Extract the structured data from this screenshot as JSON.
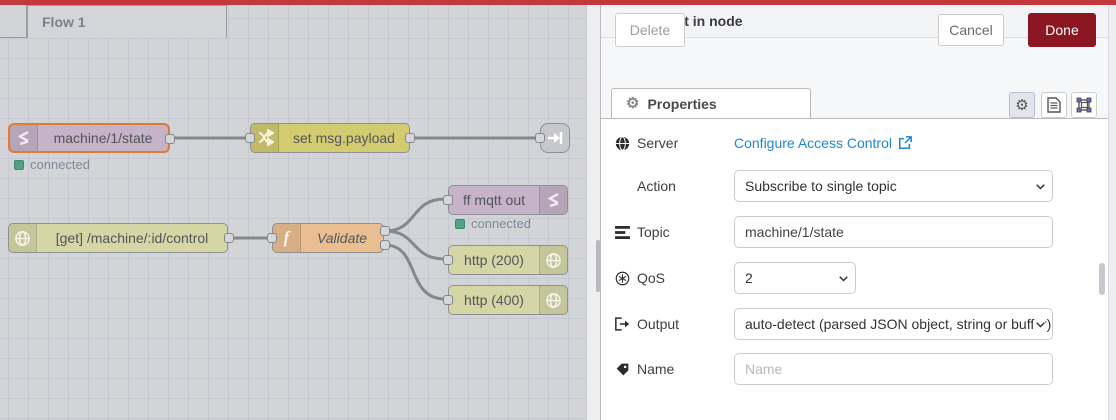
{
  "topbar": {
    "accent_color": "#c2383c"
  },
  "canvas": {
    "tab": {
      "label": "Flow 1"
    },
    "nodes": {
      "mqtt_in": {
        "label": "machine/1/state",
        "status": "connected",
        "type": "ff mqtt in",
        "color": "#c6b2c9"
      },
      "change": {
        "label": "set msg.payload",
        "type": "change",
        "color": "#d2cb70"
      },
      "link_out": {
        "label": "",
        "type": "link out",
        "color": "#c7c8cb"
      },
      "http_in": {
        "label": "[get] /machine/:id/control",
        "type": "http in",
        "color": "#d5d6a6"
      },
      "function": {
        "label": "Validate",
        "type": "function",
        "color": "#eabe90"
      },
      "mqtt_out": {
        "label": "ff mqtt out",
        "status": "connected",
        "type": "ff mqtt out",
        "color": "#c6b2c9"
      },
      "http_200": {
        "label": "http (200)",
        "type": "http response",
        "color": "#d5d6a6"
      },
      "http_400": {
        "label": "http (400)",
        "type": "http response",
        "color": "#d5d6a6"
      }
    },
    "status_dot_color": "#51a284",
    "selection_color": "#de7b31"
  },
  "panel": {
    "title": "Edit ff mqtt in node",
    "buttons": {
      "delete": "Delete",
      "cancel": "Cancel",
      "done": "Done"
    },
    "done_color": "#8c1722",
    "tab": {
      "label": "Properties"
    },
    "icons": {
      "gear": "⚙"
    },
    "fields": {
      "server": {
        "label": "Server",
        "link": "Configure Access Control"
      },
      "action": {
        "label": "Action",
        "value": "Subscribe to single topic"
      },
      "topic": {
        "label": "Topic",
        "value": "machine/1/state"
      },
      "qos": {
        "label": "QoS",
        "value": "2"
      },
      "output": {
        "label": "Output",
        "value": "auto-detect (parsed JSON object, string or buffer)"
      },
      "name": {
        "label": "Name",
        "placeholder": "Name"
      }
    },
    "link_color": "#1e88d2"
  }
}
